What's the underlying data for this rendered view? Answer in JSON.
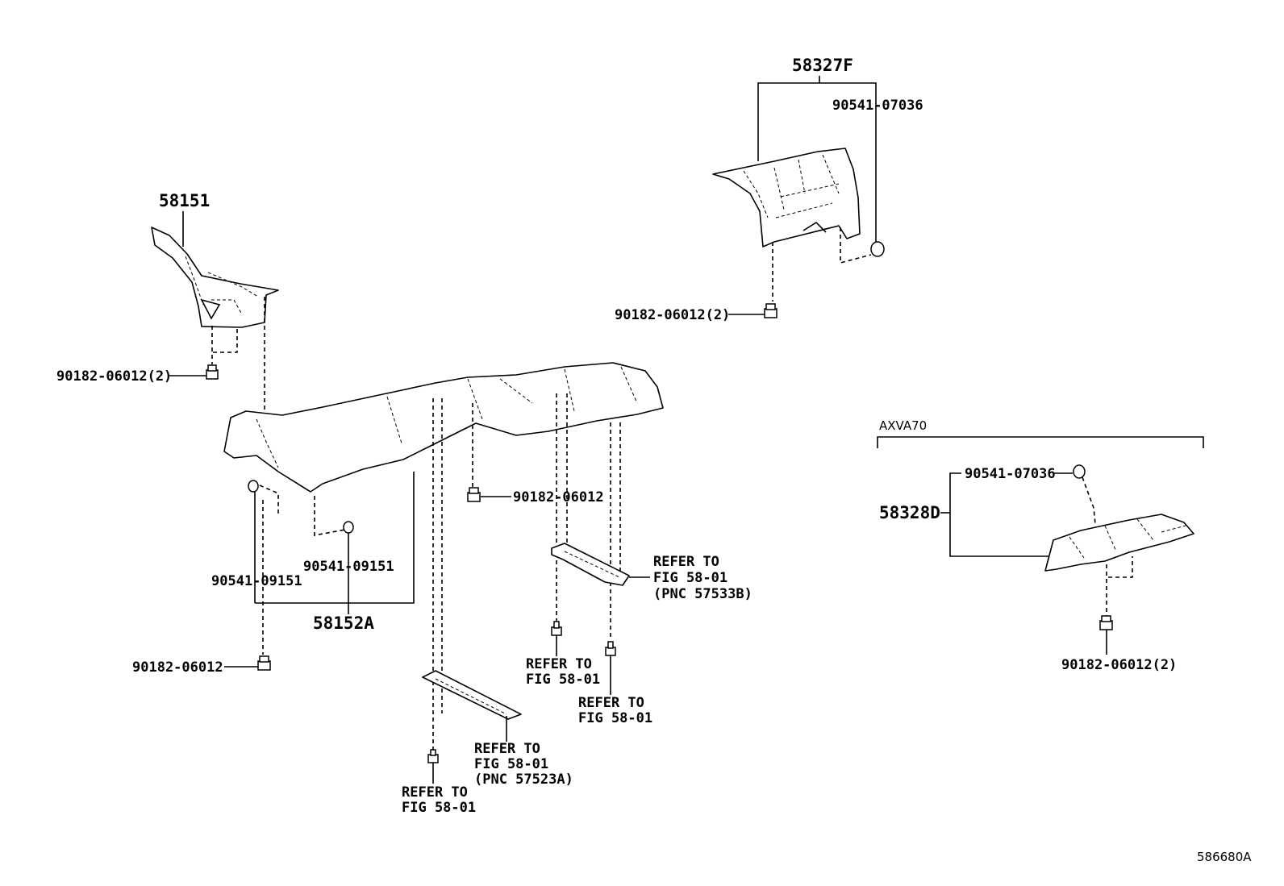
{
  "labels": {
    "part_58151": "58151",
    "part_58152A": "58152A",
    "part_58327F": "58327F",
    "part_58328D": "58328D",
    "nut_left_upper": "90182-06012(2)",
    "nut_left_lower": "90182-06012",
    "nut_center": "90182-06012",
    "nut_right_upper": "90182-06012(2)",
    "nut_axva": "90182-06012(2)",
    "clip_left_a": "90541-09151",
    "clip_left_b": "90541-09151",
    "clip_right_upper": "90541-07036",
    "clip_axva": "90541-07036",
    "variant": "AXVA70",
    "diagram_id": "586680A"
  },
  "refers": {
    "refer_to": "REFER TO",
    "fig": "FIG 58-01",
    "pnc_57533b": "(PNC 57533B)",
    "pnc_57523a": "(PNC 57523A)"
  }
}
